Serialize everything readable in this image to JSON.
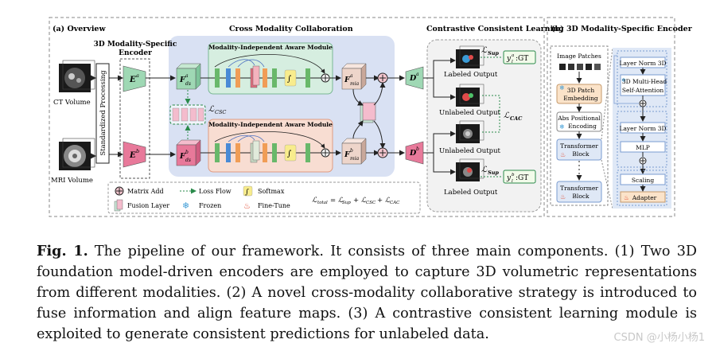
{
  "panels": {
    "overview_title": "(a) Overview",
    "collab_title": "Cross Modality Collaboration",
    "ccl_title": "Contrastive Consistent Learning",
    "encoder_panel_title": "(b) 3D Modality-Specific Encoder"
  },
  "inputs": {
    "ct_label": "CT Volume",
    "mri_label": "MRI Volume"
  },
  "blocks": {
    "standardized": "Standardized Processing",
    "mse_title_1": "3D Modality-Specific",
    "mse_title_2": "Encoder",
    "mia_title": "Modality-Independent Aware  Module",
    "ea": "E",
    "ea_sup": "a",
    "eb": "E",
    "eb_sup": "b",
    "fa_ds": "F",
    "fa_ds_sup": "a",
    "fa_ds_sub": "ds",
    "fb_ds": "F",
    "fb_ds_sup": "b",
    "fb_ds_sub": "ds",
    "fa_mia": "F",
    "fa_mia_sup": "a",
    "fa_mia_sub": "mia",
    "fb_mia": "F",
    "fb_mia_sup": "b",
    "fb_mia_sub": "mia",
    "da": "D",
    "da_sup": "a",
    "db": "D",
    "db_sup": "b",
    "l_csc": "CSC"
  },
  "outputs": {
    "labeled": "Labeled Output",
    "unlabeled": "Unlabeled Output",
    "l_sup": "Sup",
    "l_cac": "CAC",
    "gt_a": "y",
    "gt_a_sup": "a",
    "gt_a_sub": "l",
    "gt_b": "y",
    "gt_b_sup": "b",
    "gt_b_sub": "l",
    "gt_suffix": ":GT"
  },
  "legend": {
    "matrix_add": "Matrix Add",
    "loss_flow": "Loss Flow",
    "softmax": "Softmax",
    "fusion_layer": "Fusion Layer",
    "frozen": "Frozen",
    "fine_tune": "Fine-Tune",
    "total_loss": "total"
  },
  "encoder_detail": {
    "image_patches": "Image Patches",
    "patch_embedding_1": "3D Patch",
    "patch_embedding_2": "Embedding",
    "abs_pos_1": "Abs Positional",
    "abs_pos_2": "Encoding",
    "transformer_1": "Transformer",
    "transformer_2": "Block",
    "layer_norm": "Layer Norm 3D",
    "mhsa_1": "3D Multi-Head",
    "mhsa_2": "Self-Attention",
    "mlp": "MLP",
    "scaling": "Scaling",
    "adapter": "Adapter"
  },
  "caption": {
    "label": "Fig. 1.",
    "text": "The pipeline of our framework. It consists of three main components. (1) Two 3D foundation model-driven encoders are employed to capture 3D volumetric representations from different modalities. (2) A novel cross-modality collaborative strategy is introduced to fuse information and align feature maps. (3) A contrastive consistent learning module is exploited to generate consistent predictions for unlabeled data."
  },
  "watermark": "CSDN @小杨小杨1",
  "colors": {
    "encoder_pink": "#e8799a",
    "encoder_green": "#9fd8b4",
    "mia_green_bg": "#d6eee0",
    "mia_pink_bg": "#f8ddd2",
    "collab_bg": "#d9e1f3",
    "ccl_bg": "#f2f2f2",
    "loss_green": "#2a8a4a",
    "adapter_red": "#e0452b"
  }
}
